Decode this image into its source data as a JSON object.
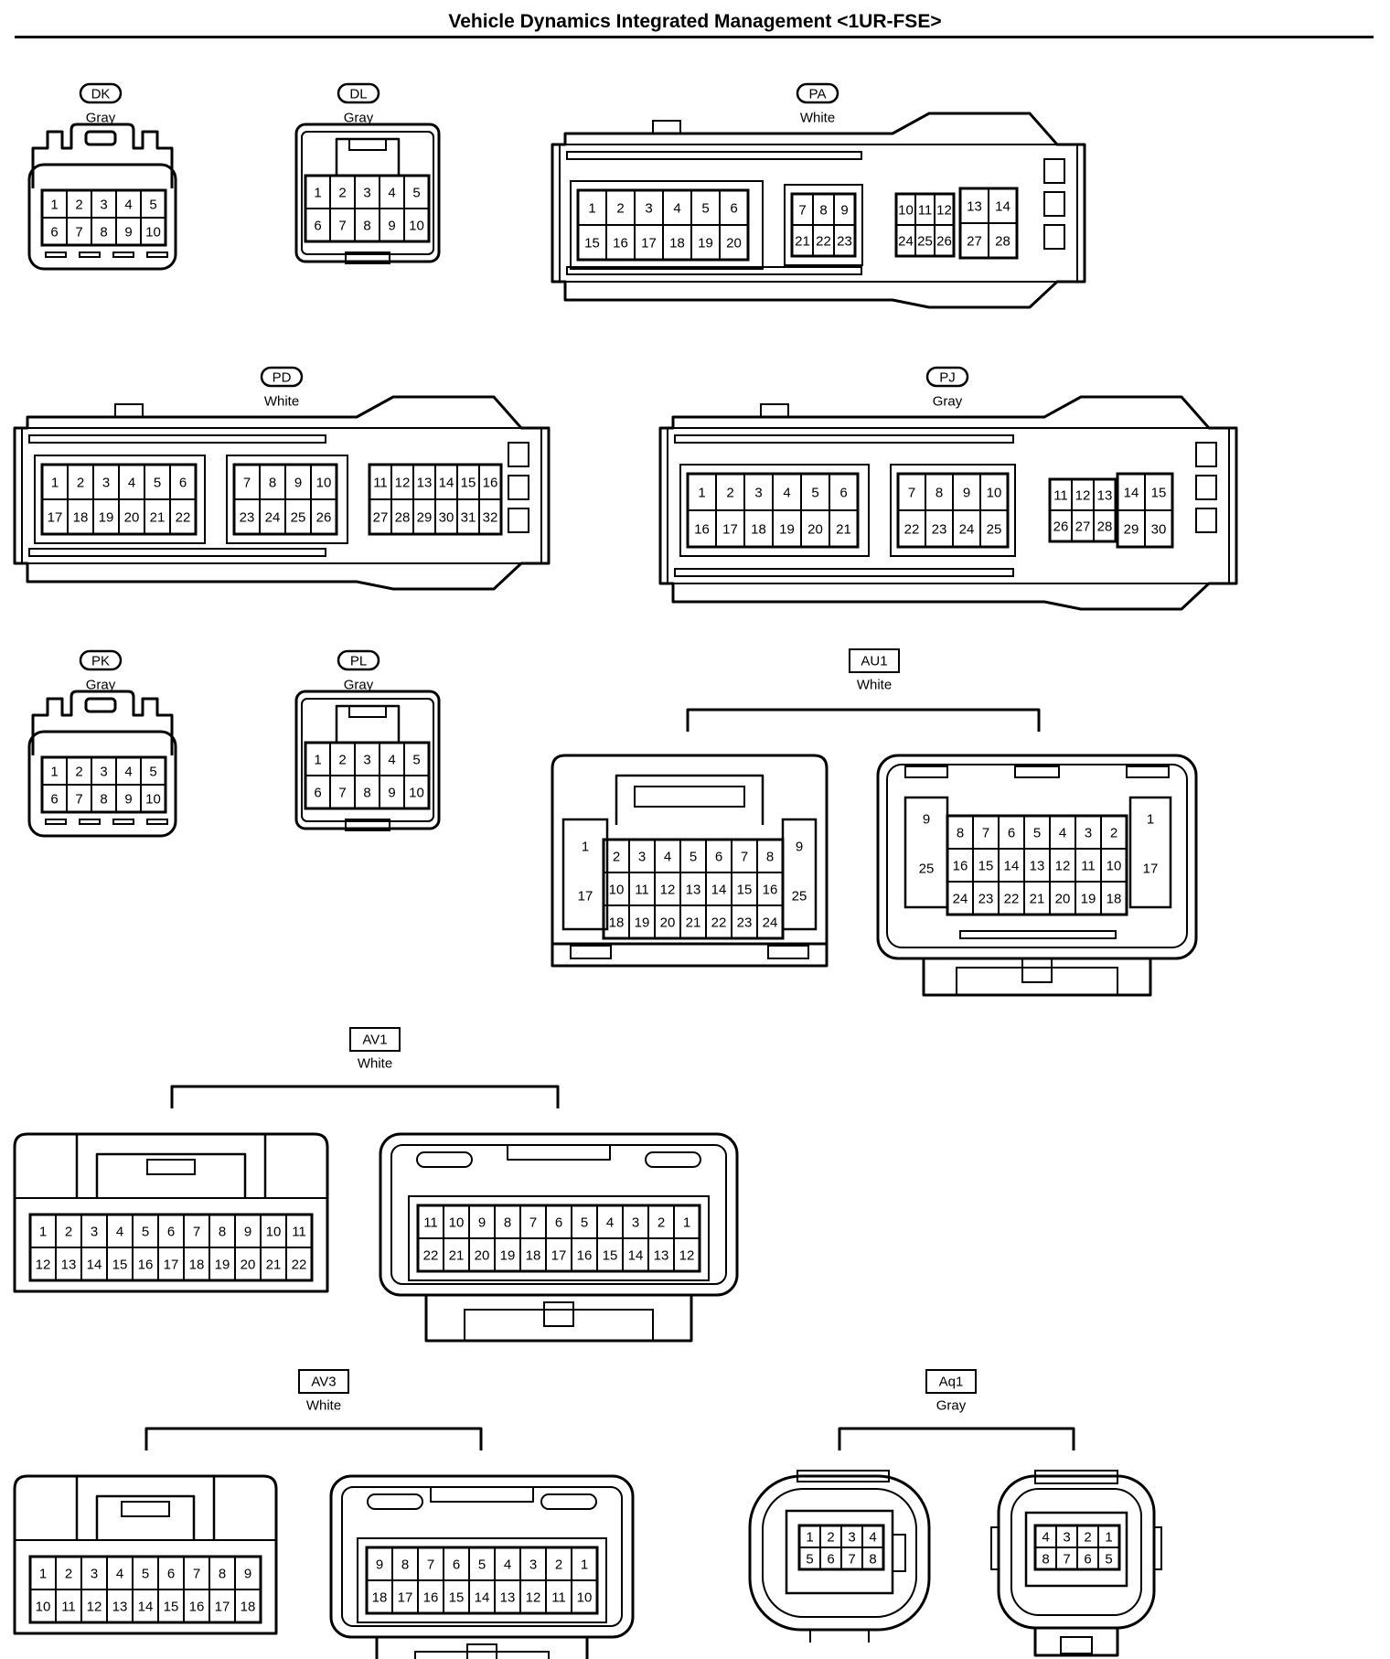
{
  "title": "Vehicle Dynamics Integrated Management <1UR-FSE>",
  "connectors": [
    {
      "id": "DK",
      "color": "Gray",
      "label_style": "oval",
      "faces": [
        {
          "rows": [
            [
              "1",
              "2",
              "3",
              "4",
              "5"
            ],
            [
              "6",
              "7",
              "8",
              "9",
              "10"
            ]
          ]
        }
      ]
    },
    {
      "id": "DL",
      "color": "Gray",
      "label_style": "oval",
      "faces": [
        {
          "rows": [
            [
              "1",
              "2",
              "3",
              "4",
              "5"
            ],
            [
              "6",
              "7",
              "8",
              "9",
              "10"
            ]
          ]
        }
      ]
    },
    {
      "id": "PA",
      "color": "White",
      "label_style": "oval",
      "faces": [
        {
          "blocks": [
            {
              "rows": [
                [
                  "1",
                  "2",
                  "3",
                  "4",
                  "5",
                  "6"
                ],
                [
                  "15",
                  "16",
                  "17",
                  "18",
                  "19",
                  "20"
                ]
              ]
            },
            {
              "rows": [
                [
                  "7",
                  "8",
                  "9"
                ],
                [
                  "21",
                  "22",
                  "23"
                ]
              ]
            },
            {
              "rows": [
                [
                  "10",
                  "11",
                  "12"
                ],
                [
                  "24",
                  "25",
                  "26"
                ]
              ]
            },
            {
              "rows": [
                [
                  "13",
                  "14"
                ],
                [
                  "27",
                  "28"
                ]
              ]
            }
          ]
        }
      ]
    },
    {
      "id": "PD",
      "color": "White",
      "label_style": "oval",
      "faces": [
        {
          "blocks": [
            {
              "rows": [
                [
                  "1",
                  "2",
                  "3",
                  "4",
                  "5",
                  "6"
                ],
                [
                  "17",
                  "18",
                  "19",
                  "20",
                  "21",
                  "22"
                ]
              ]
            },
            {
              "rows": [
                [
                  "7",
                  "8",
                  "9",
                  "10"
                ],
                [
                  "23",
                  "24",
                  "25",
                  "26"
                ]
              ]
            },
            {
              "rows": [
                [
                  "11",
                  "12",
                  "13",
                  "14",
                  "15",
                  "16"
                ],
                [
                  "27",
                  "28",
                  "29",
                  "30",
                  "31",
                  "32"
                ]
              ]
            }
          ]
        }
      ]
    },
    {
      "id": "PJ",
      "color": "Gray",
      "label_style": "oval",
      "faces": [
        {
          "blocks": [
            {
              "rows": [
                [
                  "1",
                  "2",
                  "3",
                  "4",
                  "5",
                  "6"
                ],
                [
                  "16",
                  "17",
                  "18",
                  "19",
                  "20",
                  "21"
                ]
              ]
            },
            {
              "rows": [
                [
                  "7",
                  "8",
                  "9",
                  "10"
                ],
                [
                  "22",
                  "23",
                  "24",
                  "25"
                ]
              ]
            },
            {
              "rows": [
                [
                  "11",
                  "12",
                  "13"
                ],
                [
                  "26",
                  "27",
                  "28"
                ]
              ]
            },
            {
              "rows": [
                [
                  "14",
                  "15"
                ],
                [
                  "29",
                  "30"
                ]
              ]
            }
          ]
        }
      ]
    },
    {
      "id": "PK",
      "color": "Gray",
      "label_style": "oval",
      "faces": [
        {
          "rows": [
            [
              "1",
              "2",
              "3",
              "4",
              "5"
            ],
            [
              "6",
              "7",
              "8",
              "9",
              "10"
            ]
          ]
        }
      ]
    },
    {
      "id": "PL",
      "color": "Gray",
      "label_style": "oval",
      "faces": [
        {
          "rows": [
            [
              "1",
              "2",
              "3",
              "4",
              "5"
            ],
            [
              "6",
              "7",
              "8",
              "9",
              "10"
            ]
          ]
        }
      ]
    },
    {
      "id": "AU1",
      "color": "White",
      "label_style": "box",
      "faces": [
        {
          "left_col": [
            "1",
            "17"
          ],
          "right_col": [
            "9",
            "25"
          ],
          "rows": [
            [
              "2",
              "3",
              "4",
              "5",
              "6",
              "7",
              "8"
            ],
            [
              "10",
              "11",
              "12",
              "13",
              "14",
              "15",
              "16"
            ],
            [
              "18",
              "19",
              "20",
              "21",
              "22",
              "23",
              "24"
            ]
          ]
        },
        {
          "left_col": [
            "9",
            "25"
          ],
          "right_col": [
            "1",
            "17"
          ],
          "rows": [
            [
              "8",
              "7",
              "6",
              "5",
              "4",
              "3",
              "2"
            ],
            [
              "16",
              "15",
              "14",
              "13",
              "12",
              "11",
              "10"
            ],
            [
              "24",
              "23",
              "22",
              "21",
              "20",
              "19",
              "18"
            ]
          ]
        }
      ]
    },
    {
      "id": "AV1",
      "color": "White",
      "label_style": "box",
      "faces": [
        {
          "rows": [
            [
              "1",
              "2",
              "3",
              "4",
              "5",
              "6",
              "7",
              "8",
              "9",
              "10",
              "11"
            ],
            [
              "12",
              "13",
              "14",
              "15",
              "16",
              "17",
              "18",
              "19",
              "20",
              "21",
              "22"
            ]
          ]
        },
        {
          "rows": [
            [
              "11",
              "10",
              "9",
              "8",
              "7",
              "6",
              "5",
              "4",
              "3",
              "2",
              "1"
            ],
            [
              "22",
              "21",
              "20",
              "19",
              "18",
              "17",
              "16",
              "15",
              "14",
              "13",
              "12"
            ]
          ]
        }
      ]
    },
    {
      "id": "AV3",
      "color": "White",
      "label_style": "box",
      "faces": [
        {
          "rows": [
            [
              "1",
              "2",
              "3",
              "4",
              "5",
              "6",
              "7",
              "8",
              "9"
            ],
            [
              "10",
              "11",
              "12",
              "13",
              "14",
              "15",
              "16",
              "17",
              "18"
            ]
          ]
        },
        {
          "rows": [
            [
              "9",
              "8",
              "7",
              "6",
              "5",
              "4",
              "3",
              "2",
              "1"
            ],
            [
              "18",
              "17",
              "16",
              "15",
              "14",
              "13",
              "12",
              "11",
              "10"
            ]
          ]
        }
      ]
    },
    {
      "id": "Aq1",
      "color": "Gray",
      "label_style": "box",
      "faces": [
        {
          "rows": [
            [
              "1",
              "2",
              "3",
              "4"
            ],
            [
              "5",
              "6",
              "7",
              "8"
            ]
          ]
        },
        {
          "rows": [
            [
              "4",
              "3",
              "2",
              "1"
            ],
            [
              "8",
              "7",
              "6",
              "5"
            ]
          ]
        }
      ]
    }
  ]
}
